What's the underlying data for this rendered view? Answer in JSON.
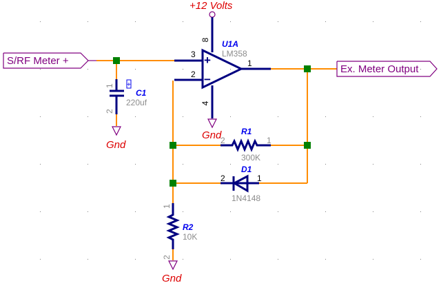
{
  "schematic": {
    "title": "Op-amp meter amplifier schematic",
    "colors": {
      "wire": "#ff8c00",
      "component": "#000080",
      "junction": "#008000",
      "port": "#800080",
      "power_label": "#dd0000",
      "refdes": "#0000ee",
      "value": "#8c8c8c"
    },
    "ports": {
      "input": "S/RF Meter +",
      "output": "Ex. Meter Output"
    },
    "power": {
      "vcc": "+12 Volts",
      "gnd_labels": [
        "Gnd",
        "Gnd",
        "Gnd"
      ]
    },
    "components": {
      "u1a": {
        "ref": "U1A",
        "value": "LM358",
        "pins": {
          "plus": "3",
          "minus": "2",
          "out": "1",
          "vcc": "8",
          "gnd": "4"
        },
        "plus_sign": "+",
        "minus_sign": "−"
      },
      "c1": {
        "ref": "C1",
        "value": "220uf",
        "pins": {
          "p1": "1",
          "p2": "2"
        },
        "polarity": "+"
      },
      "r1": {
        "ref": "R1",
        "value": "300K",
        "pins": {
          "p1": "1",
          "p2": "2"
        }
      },
      "d1": {
        "ref": "D1",
        "value": "1N4148",
        "pins": {
          "p1": "1",
          "p2": "2"
        }
      },
      "r2": {
        "ref": "R2",
        "value": "10K",
        "pins": {
          "p1": "1",
          "p2": "2"
        }
      }
    }
  }
}
